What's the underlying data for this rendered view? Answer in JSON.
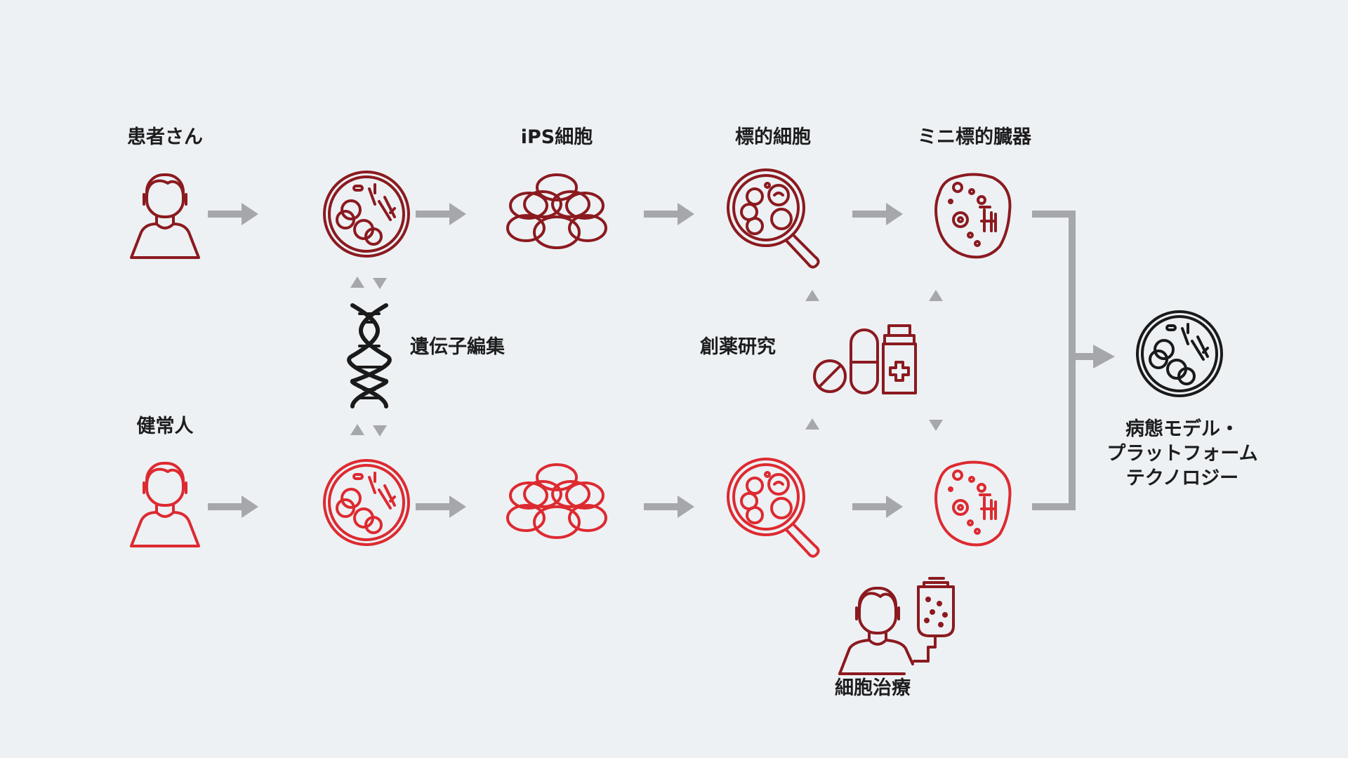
{
  "labels": {
    "patient": "患者さん",
    "healthy": "健常人",
    "ips": "iPS細胞",
    "target_cell": "標的細胞",
    "mini_organ": "ミニ標的臓器",
    "gene_editing": "遺伝子編集",
    "drug_discovery": "創薬研究",
    "cell_therapy": "細胞治療",
    "platform": [
      "病態モデル・",
      "プラットフォーム",
      "テクノロジー"
    ]
  },
  "colors": {
    "patient_row": "#8b1a1f",
    "healthy_row": "#dd2a30",
    "arrow": "#a5a7ab",
    "platform": "#1a1a1a",
    "background": "#edf1f4"
  },
  "icons": {
    "person": "person-icon",
    "petri_dish": "petri-dish-icon",
    "ips_cells": "cell-cluster-icon",
    "magnifier": "magnifier-cell-icon",
    "organoid": "organoid-icon",
    "dna": "dna-icon",
    "medicine": "medicine-icon",
    "iv_drip": "iv-drip-icon"
  }
}
